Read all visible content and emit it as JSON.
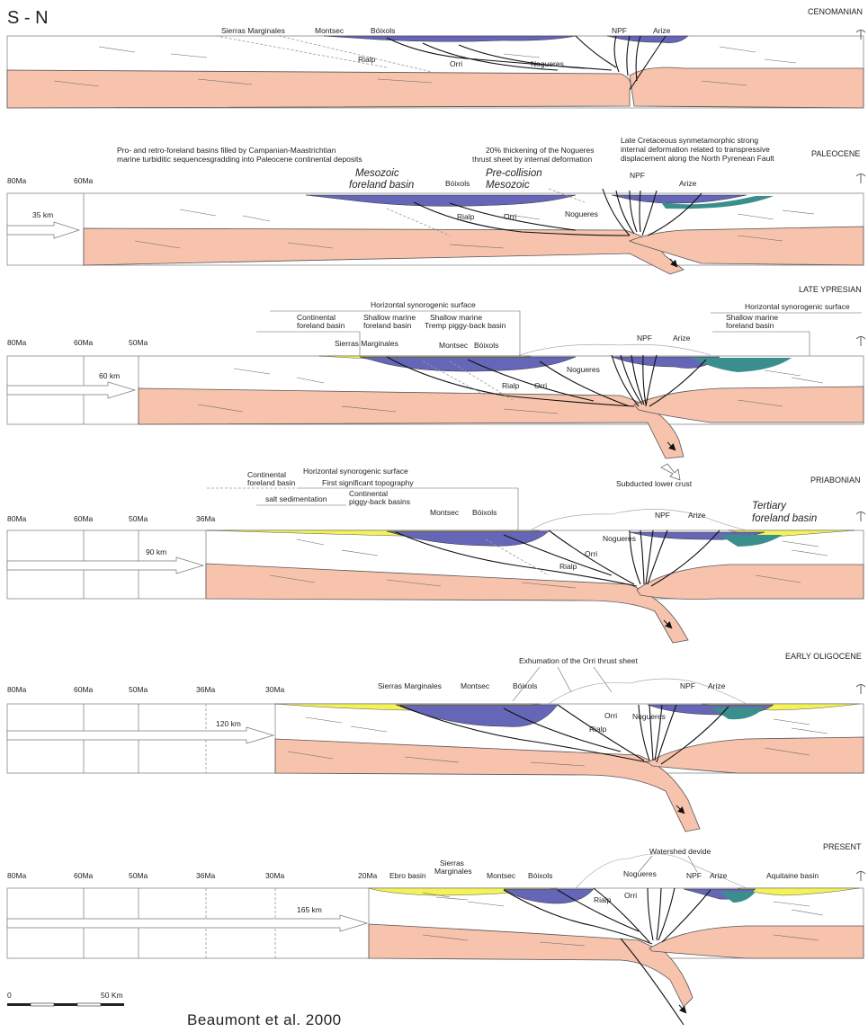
{
  "orientation": "S - N",
  "citation": "Beaumont et al. 2000",
  "scale_bar": {
    "start": "0",
    "end": "50 Km"
  },
  "colors": {
    "lower_crust": "#f7c3ad",
    "mesozoic": "#6666b8",
    "tertiary": "#f3f25a",
    "teal": "#3a8f8c"
  },
  "stages": [
    {
      "title": "CENOMANIAN",
      "ages": [],
      "shortening": "",
      "labels": [
        "Sierras Marginales",
        "Montsec",
        "Bóixols",
        "NPF",
        "Arize",
        "Rialp",
        "Orri",
        "Nogueres"
      ],
      "annotations": []
    },
    {
      "title": "PALEOCENE",
      "ages": [
        "80Ma",
        "60Ma"
      ],
      "shortening": "35 km",
      "labels": [
        "Bóixols",
        "NPF",
        "Arize",
        "Nogueres",
        "Rialp",
        "Orri"
      ],
      "italic_labels": [
        "Mesozoic",
        "foreland basin",
        "Pre-collision",
        "Mesozoic"
      ],
      "annotations": [
        "Pro- and retro-foreland basins filled by Campanian-Maastrichtian",
        "marine turbiditic sequencesgradding into Paleocene continental deposits",
        "20% thickening of the Nogueres",
        "thrust sheet by internal deformation",
        "Late Cretaceous synmetamorphic strong",
        "internal deformation related to transpressive",
        "displacement along the North Pyrenean Fault"
      ]
    },
    {
      "title": "LATE YPRESIAN",
      "ages": [
        "80Ma",
        "60Ma",
        "50Ma"
      ],
      "shortening": "60 km",
      "labels": [
        "Sierras Marginales",
        "Montsec",
        "Bóixols",
        "NPF",
        "Arize",
        "Nogueres",
        "Rialp",
        "Orri"
      ],
      "annotations": [
        "Horizontal synorogenic surface",
        "Continental",
        "foreland basin",
        "Shallow marine",
        "foreland basin",
        "Shallow marine",
        "Tremp piggy-back basin",
        "Horizontal synorogenic surface",
        "Shallow marine",
        "foreland basin"
      ]
    },
    {
      "title": "PRIABONIAN",
      "ages": [
        "80Ma",
        "60Ma",
        "50Ma",
        "36Ma"
      ],
      "shortening": "90 km",
      "labels": [
        "Montsec",
        "Bóixols",
        "NPF",
        "Arize",
        "Nogueres",
        "Orri",
        "Rialp"
      ],
      "italic_labels": [
        "Tertiary",
        "foreland basin"
      ],
      "annotations": [
        "Continental",
        "foreland basin",
        "Horizontal synorogenic surface",
        "First significant topography",
        "salt sedimentation",
        "Continental",
        "piggy-back basins",
        "Subducted lower crust"
      ]
    },
    {
      "title": "EARLY OLIGOCENE",
      "ages": [
        "80Ma",
        "60Ma",
        "50Ma",
        "36Ma",
        "30Ma"
      ],
      "shortening": "120 km",
      "labels": [
        "Sierras Marginales",
        "Montsec",
        "Bóixols",
        "NPF",
        "Arize",
        "Orri",
        "Nogueres",
        "Rialp"
      ],
      "annotations": [
        "Exhumation of the Orri thrust sheet"
      ]
    },
    {
      "title": "PRESENT",
      "ages": [
        "80Ma",
        "60Ma",
        "50Ma",
        "36Ma",
        "30Ma",
        "20Ma"
      ],
      "shortening": "165 km",
      "labels": [
        "Ebro basin",
        "Sierras",
        "Marginales",
        "Montsec",
        "Bóixols",
        "Nogueres",
        "NPF",
        "Arize",
        "Aquitaine basin",
        "Rialp",
        "Orri"
      ],
      "annotations": [
        "Watershed devide"
      ]
    }
  ]
}
